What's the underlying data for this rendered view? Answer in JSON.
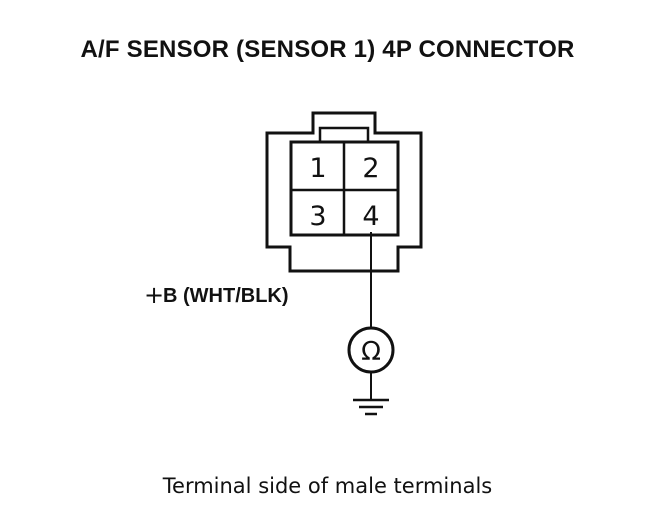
{
  "diagram": {
    "title": "A/F SENSOR (SENSOR 1) 4P CONNECTOR",
    "caption": "Terminal side of male terminals"
  },
  "connector": {
    "pins": [
      {
        "number": "1"
      },
      {
        "number": "2"
      },
      {
        "number": "3"
      },
      {
        "number": "4"
      }
    ]
  },
  "wire": {
    "plus_sign": "+",
    "label": "B (WHT/BLK)"
  },
  "meter": {
    "symbol": "Ω"
  },
  "colors": {
    "ink": "#111111",
    "background": "#ffffff"
  }
}
